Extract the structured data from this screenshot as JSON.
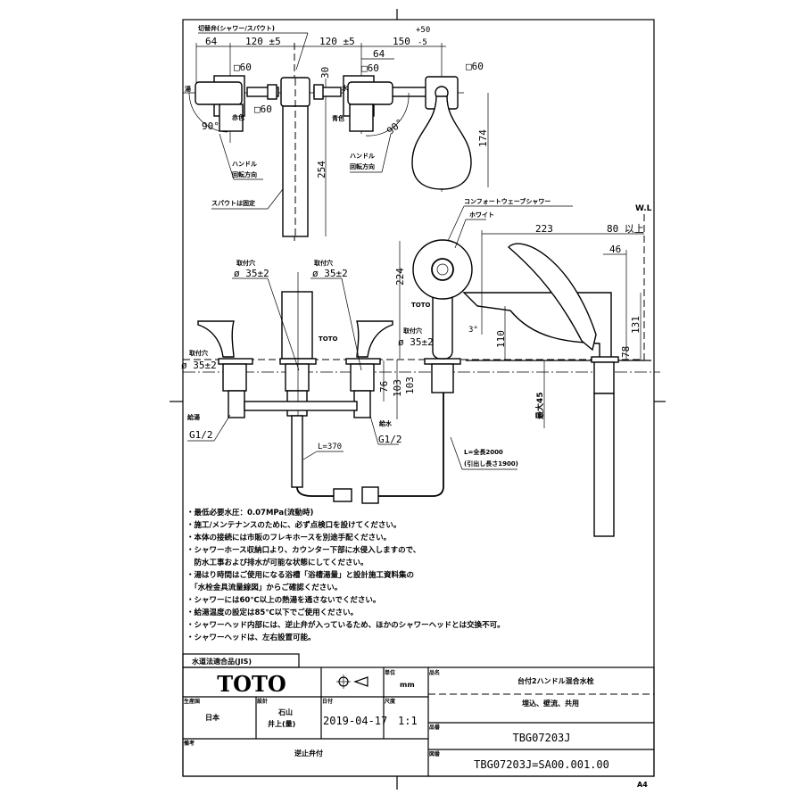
{
  "plan_view": {
    "dims": {
      "handle_left": "64",
      "spacing_left": "120 ±5",
      "spacing_right": "120 ±5",
      "shower_offset": "150",
      "shower_tol_plus": "+50",
      "shower_tol_minus": "-5",
      "handle_right": "64",
      "sq_handle_left": "□60",
      "sq_handle_right": "□60",
      "sq_spout": "□60",
      "sq_shower": "□60",
      "spout_top": "30",
      "spout_len": "254",
      "shower_len": "174",
      "angle_left": "90°",
      "angle_right": "90°"
    },
    "labels": {
      "switch_valve": "切替弁(シャワー/スパウト)",
      "hot_mark": "湯",
      "cold_mark": "水",
      "red": "赤色",
      "blue": "青色",
      "handle_rot_left_1": "ハンドル",
      "handle_rot_left_2": "回転方向",
      "handle_rot_right_1": "ハンドル",
      "handle_rot_right_2": "回転方向",
      "spout_fixed": "スパウトは固定"
    }
  },
  "front_view": {
    "mount_hole": "取付穴",
    "mount_dia_left": "ø 35±2",
    "mount_dia_mid": "ø 35±2",
    "mount_dia_right": "ø 35±2",
    "mount_dia_shower": "ø 35±2",
    "brand_mark": "TOTO",
    "brand_mark_shower": "TOTO",
    "hot_supply": "給湯",
    "cold_supply": "給水",
    "thread_left": "G1/2",
    "thread_right": "G1/2",
    "hose_len": "L=370",
    "dim_76": "76",
    "dim_103": "103",
    "dim_103_b": "103",
    "dim_224": "224"
  },
  "side_view": {
    "shower_name": "コンフォートウェーブシャワー",
    "shower_color": "ホワイト",
    "wl": "W.L",
    "dim_223": "223",
    "dim_80": "80 以上",
    "dim_46": "46",
    "dim_131": "131",
    "dim_110": "110",
    "dim_78": "78",
    "angle": "3°",
    "max45": "最大45",
    "hose_total_1": "L=全長2000",
    "hose_total_2": "(引出し長さ1900)"
  },
  "notes": [
    "・最低必要水圧：0.07MPa(流動時)",
    "・施工/メンテナンスのために、必ず点検口を設けてください。",
    "・本体の接続には市販のフレキホースを別途手配ください。",
    "・シャワーホース収納口より、カウンター下部に水侵入しますので、",
    "　防水工事および排水が可能な状態にしてください。",
    "・湯はり時間はご使用になる浴槽「浴槽湯量」と設計施工資料集の",
    "　「水栓金具流量線図」からご確認ください。",
    "・シャワーには60℃以上の熱湯を通さないでください。",
    "・給湯温度の設定は85℃以下でご使用ください。",
    "・シャワーヘッド内部には、逆止弁が入っているため、ほかのシャワーヘッドとは交換不可。",
    "・シャワーヘッドは、左右設置可能。"
  ],
  "title_block": {
    "jis": "水道法適合品(JIS)",
    "logo": "TOTO",
    "unit_label": "単位",
    "unit": "mm",
    "name_label": "品名",
    "product_name": "台付2ハンドル混合水栓",
    "product_sub": "埋込、壁流、共用",
    "country_label": "生産国",
    "country": "日本",
    "designer_label": "設計",
    "designer_1": "石山",
    "designer_2": "井上(量)",
    "date_label": "日付",
    "date": "2019-04-17",
    "scale_label": "尺度",
    "scale": "1:1",
    "remarks_label": "備考",
    "remarks": "逆止弁付",
    "part_no_label": "品番",
    "part_no": "TBG07203J",
    "drawing_no_label": "図番",
    "drawing_no": "TBG07203J=SA00.001.00",
    "paper": "A4"
  }
}
